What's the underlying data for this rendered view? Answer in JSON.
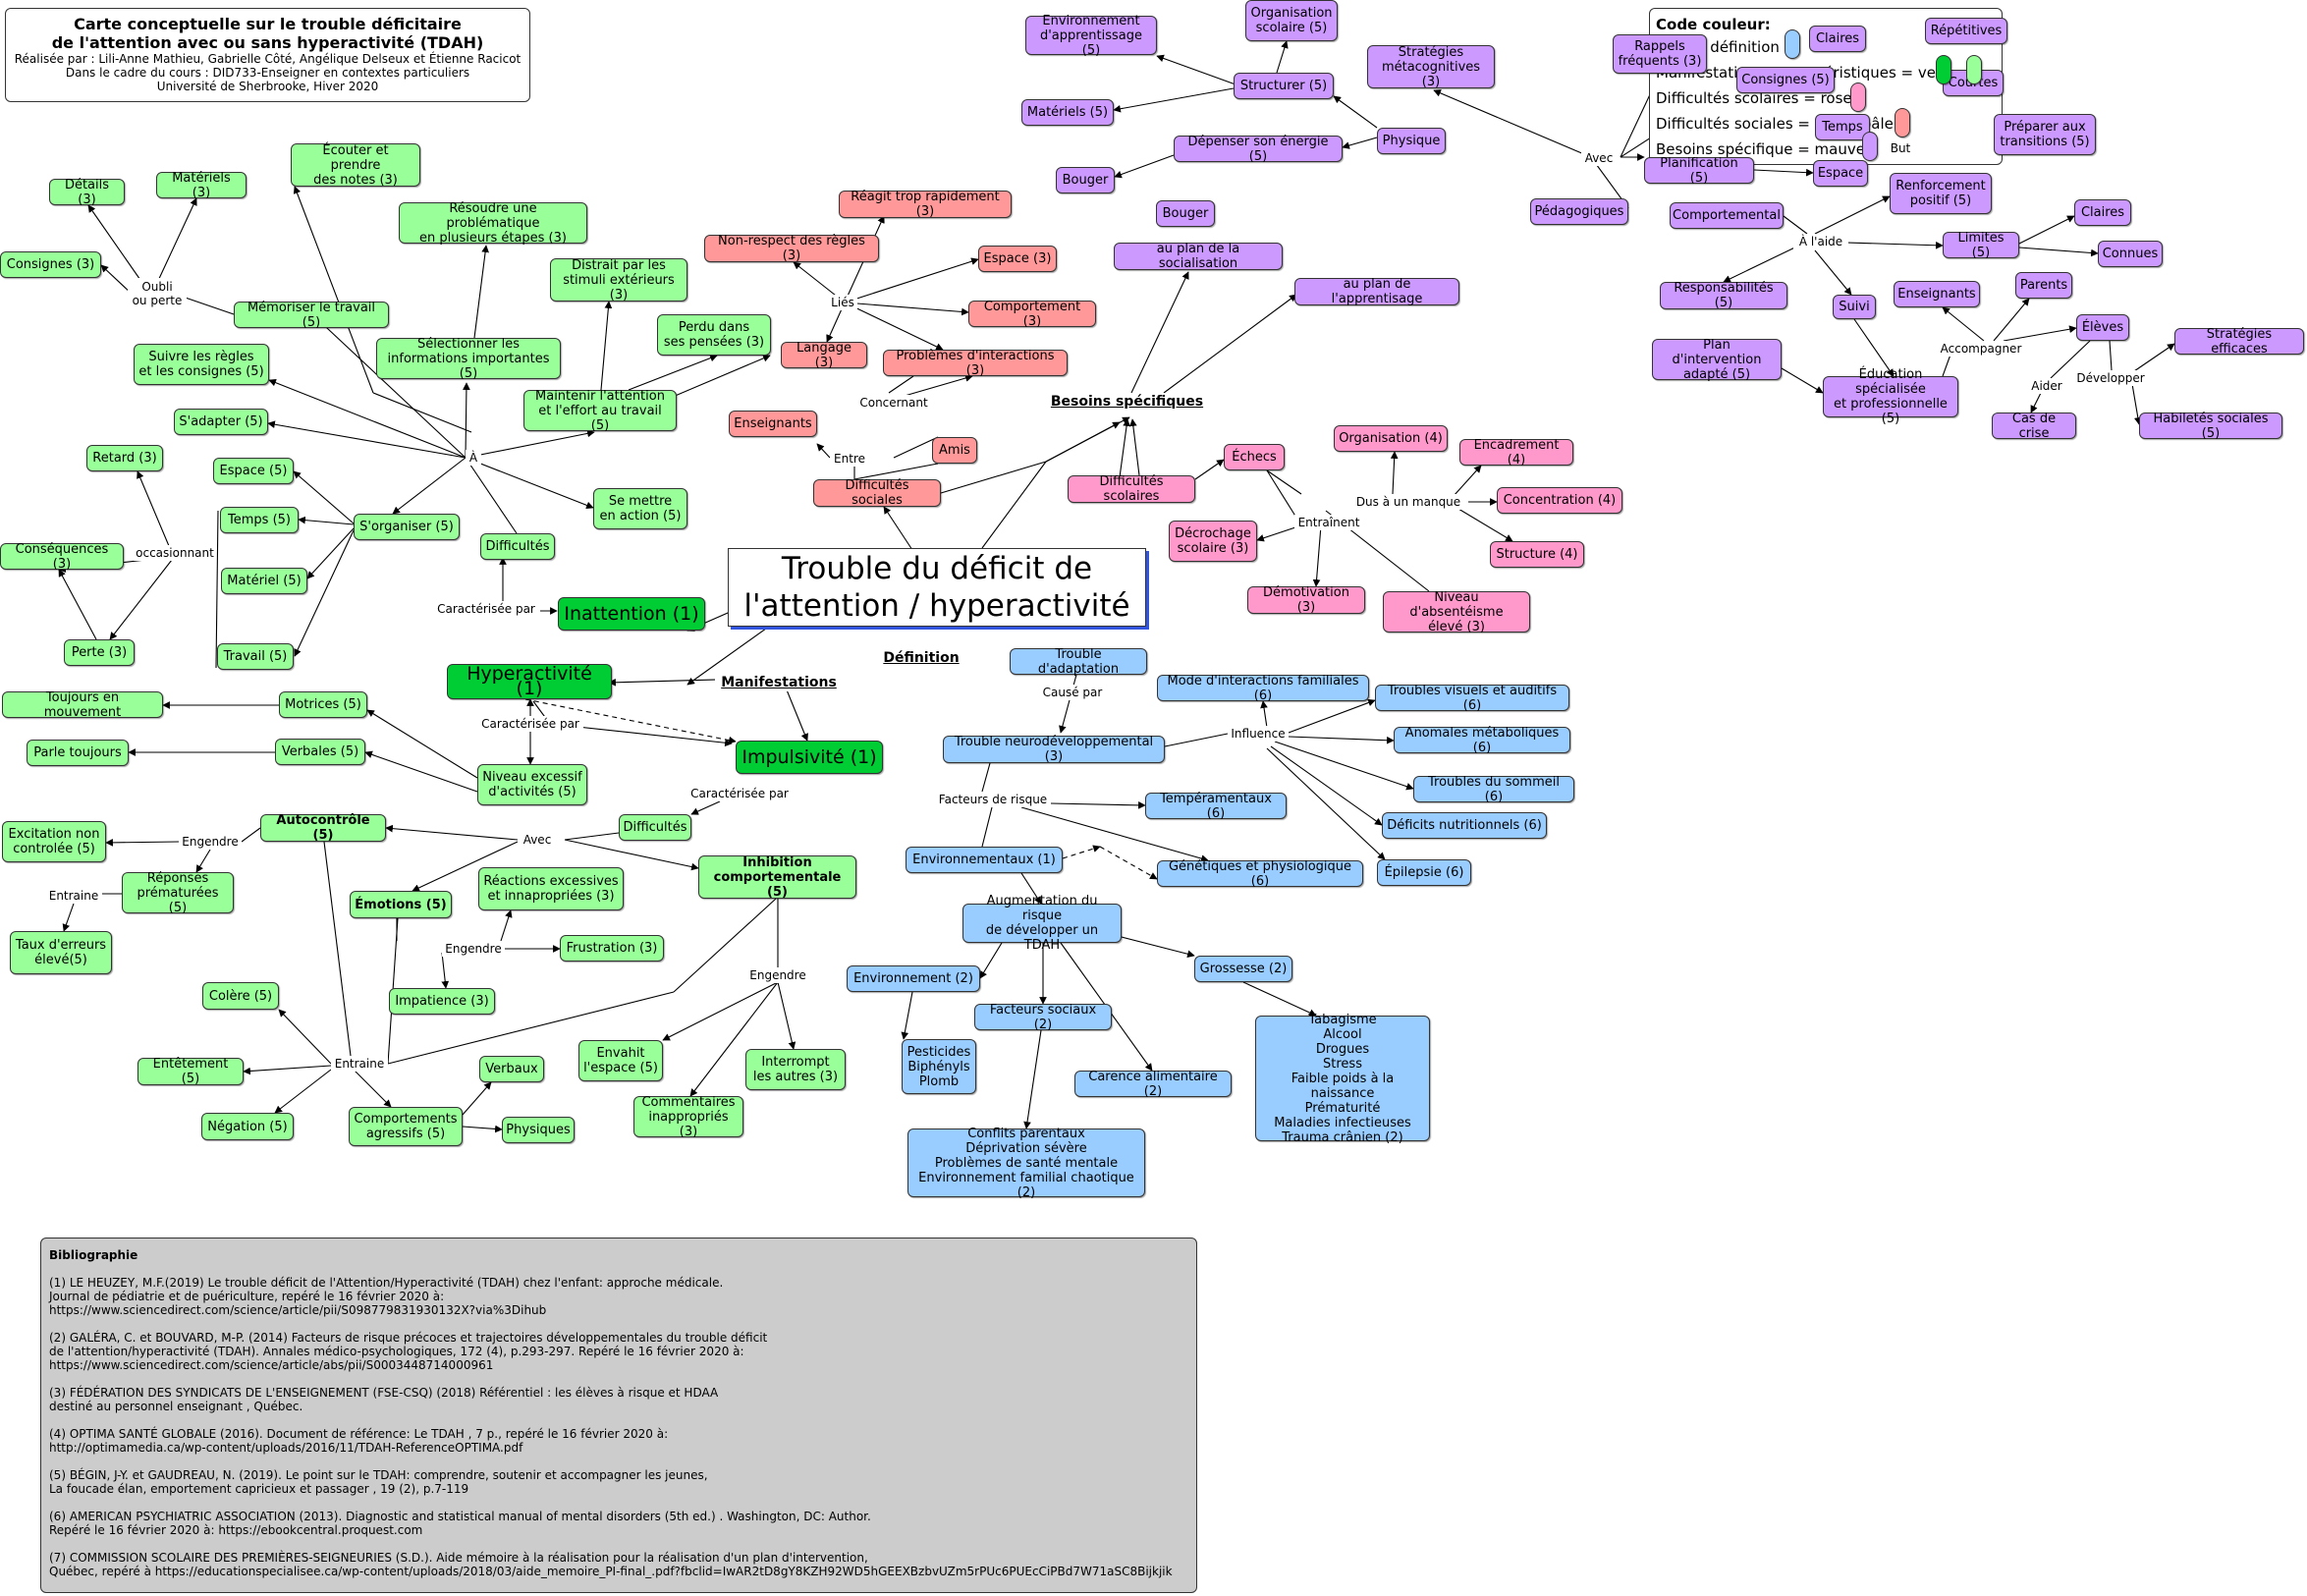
{
  "title": {
    "line1": "Carte conceptuelle sur le trouble déficitaire",
    "line2": "de l'attention avec ou sans hyperactivité (TDAH)",
    "line3": "Réalisée par : Lili-Anne Mathieu, Gabrielle Côté, Angélique Delseux et Étienne Racicot",
    "line4": "Dans le cadre du cours : DID733-Enseigner en contextes particuliers",
    "line5": "Université de Sherbrooke, Hiver 2020"
  },
  "center": "Trouble du déficit de\nl'attention / hyperactivité",
  "legend": {
    "title": "Code couleur:",
    "items": [
      "Bleu = définition",
      "Manifestations / caractéristiques = vert",
      "Difficultés scolaires = rose",
      "Difficultés sociales = rouge pâle",
      "Besoins spécifique = mauve"
    ]
  },
  "colors": {
    "green": "#99ff99",
    "dark_green": "#00cc33",
    "blue": "#99ccff",
    "pink": "#ff99cc",
    "salmon": "#ff9999",
    "purple": "#cc99ff",
    "biblio_bg": "#cccccc",
    "center_shadow": "#3355dd"
  },
  "nodes": [
    {
      "id": "inattention",
      "text": "Inattention (1)"
    },
    {
      "id": "hyper",
      "text": "Hyperactivité (1)"
    },
    {
      "id": "impuls",
      "text": "Impulsivité (1)"
    },
    {
      "id": "manif",
      "text": "Manifestations"
    },
    {
      "id": "def",
      "text": "Définition"
    },
    {
      "id": "besoins",
      "text": "Besoins spécifiques"
    },
    {
      "id": "ecouter",
      "text": "Écouter et prendre\ndes notes (3)"
    },
    {
      "id": "resoudre",
      "text": "Résoudre une problématique\nen plusieurs étapes (3)"
    },
    {
      "id": "distrait",
      "text": "Distrait par les\nstimuli extérieurs (3)"
    },
    {
      "id": "perdu",
      "text": "Perdu dans\nses pensées (3)"
    },
    {
      "id": "selectionner",
      "text": "Sélectionner les\ninformations importantes (5)"
    },
    {
      "id": "maintenir",
      "text": "Maintenir l'attention\net l'effort au travail (5)"
    },
    {
      "id": "memoriser",
      "text": "Mémoriser le travail (5)"
    },
    {
      "id": "suivre",
      "text": "Suivre les règles\net les consignes (5)"
    },
    {
      "id": "sadapter",
      "text": "S'adapter (5)"
    },
    {
      "id": "details",
      "text": "Détails (3)"
    },
    {
      "id": "materiels3",
      "text": "Matériels (3)"
    },
    {
      "id": "consignes3",
      "text": "Consignes (3)"
    },
    {
      "id": "retard",
      "text": "Retard (3)"
    },
    {
      "id": "consequences",
      "text": "Conséquences (3)"
    },
    {
      "id": "perte",
      "text": "Perte (3)"
    },
    {
      "id": "espace5",
      "text": "Espace (5)"
    },
    {
      "id": "temps5",
      "text": "Temps (5)"
    },
    {
      "id": "materiel5",
      "text": "Matériel (5)"
    },
    {
      "id": "travail5",
      "text": "Travail (5)"
    },
    {
      "id": "sorganiser",
      "text": "S'organiser (5)"
    },
    {
      "id": "difficultes1",
      "text": "Difficultés"
    },
    {
      "id": "semettre",
      "text": "Se mettre\nen action (5)"
    },
    {
      "id": "toujours",
      "text": "Toujours en mouvement"
    },
    {
      "id": "motrices",
      "text": "Motrices (5)"
    },
    {
      "id": "parle",
      "text": "Parle toujours"
    },
    {
      "id": "verbales",
      "text": "Verbales (5)"
    },
    {
      "id": "niveau_excessif",
      "text": "Niveau excessif\nd'activités (5)"
    },
    {
      "id": "difficultes2",
      "text": "Difficultés"
    },
    {
      "id": "excitation",
      "text": "Excitation non\ncontrolée (5)"
    },
    {
      "id": "autocontrole",
      "text": "Autocontrôle (5)"
    },
    {
      "id": "reponses",
      "text": "Réponses\nprématurées (5)"
    },
    {
      "id": "taux",
      "text": "Taux d'erreurs\nélevé(5)"
    },
    {
      "id": "emotions",
      "text": "Émotions (5)"
    },
    {
      "id": "reactions",
      "text": "Réactions excessives\net innapropriées (3)"
    },
    {
      "id": "frustration",
      "text": "Frustration (3)"
    },
    {
      "id": "impatience",
      "text": "Impatience (3)"
    },
    {
      "id": "inhibition",
      "text": "Inhibition\ncomportementale (5)"
    },
    {
      "id": "colere",
      "text": "Colère (5)"
    },
    {
      "id": "entetement",
      "text": "Entêtement (5)"
    },
    {
      "id": "negation",
      "text": "Négation (5)"
    },
    {
      "id": "comport_agressifs",
      "text": "Comportements\nagressifs (5)"
    },
    {
      "id": "verbaux",
      "text": "Verbaux"
    },
    {
      "id": "physiques",
      "text": "Physiques"
    },
    {
      "id": "envahit",
      "text": "Envahit\nl'espace (5)"
    },
    {
      "id": "interrompt",
      "text": "Interrompt\nles autres (3)"
    },
    {
      "id": "commentaires",
      "text": "Commentaires\ninappropriés (3)"
    },
    {
      "id": "trouble_adapt",
      "text": "Trouble d'adaptation"
    },
    {
      "id": "trouble_neuro",
      "text": "Trouble neurodéveloppemental (3)"
    },
    {
      "id": "mode_interactions",
      "text": "Mode d'interactions familiales (6)"
    },
    {
      "id": "troubles_visuels",
      "text": "Troubles visuels et auditifs (6)"
    },
    {
      "id": "anomales",
      "text": "Anomales métaboliques (6)"
    },
    {
      "id": "troubles_sommeil",
      "text": "Troubles du sommeil (6)"
    },
    {
      "id": "deficits",
      "text": "Déficits nutritionnels  (6)"
    },
    {
      "id": "epilepsie",
      "text": "Épilepsie  (6)"
    },
    {
      "id": "temperamentaux",
      "text": "Tempéramentaux (6)"
    },
    {
      "id": "environnementaux",
      "text": "Environnementaux (1)"
    },
    {
      "id": "genetiques",
      "text": "Génétiques et physiologique (6)"
    },
    {
      "id": "augmentation",
      "text": "Augmentation du risque\nde développer un TDAH"
    },
    {
      "id": "environnement2",
      "text": "Environnement (2)"
    },
    {
      "id": "pesticides",
      "text": "Pesticides\nBiphényls\nPlomb"
    },
    {
      "id": "facteurs_sociaux",
      "text": "Facteurs sociaux (2)"
    },
    {
      "id": "conflits",
      "text": "Conflits parentaux\nDéprivation sévère\nProblèmes de santé mentale\nEnvironnement familial chaotique (2)"
    },
    {
      "id": "carence",
      "text": "Carence alimentaire (2)"
    },
    {
      "id": "grossesse",
      "text": "Grossesse (2)"
    },
    {
      "id": "tabagisme",
      "text": "Tabagisme\nAlcool\nDrogues\nStress\nFaible poids à la naissance\nPrématurité\nMaladies infectieuses\nTrauma crânien (2)"
    },
    {
      "id": "reagit",
      "text": "Réagit trop rapidement (3)"
    },
    {
      "id": "nonrespect",
      "text": "Non-respect des règles (3)"
    },
    {
      "id": "espace3",
      "text": "Espace (3)"
    },
    {
      "id": "comportement3",
      "text": "Comportement (3)"
    },
    {
      "id": "langage",
      "text": "Langage (3)"
    },
    {
      "id": "problemes_inter",
      "text": "Problèmes d'interactions (3)"
    },
    {
      "id": "enseignants_r",
      "text": "Enseignants"
    },
    {
      "id": "amis",
      "text": "Amis"
    },
    {
      "id": "diff_sociales",
      "text": "Difficultés sociales"
    },
    {
      "id": "diff_scolaires",
      "text": "Difficultés scolaires"
    },
    {
      "id": "echecs",
      "text": "Échecs"
    },
    {
      "id": "organisation4",
      "text": "Organisation (4)"
    },
    {
      "id": "encadrement",
      "text": "Encadrement (4)"
    },
    {
      "id": "concentration",
      "text": "Concentration (4)"
    },
    {
      "id": "structure4",
      "text": "Structure (4)"
    },
    {
      "id": "decrochage",
      "text": "Décrochage\nscolaire (3)"
    },
    {
      "id": "demotivation",
      "text": "Démotivation (3)"
    },
    {
      "id": "absenteisme",
      "text": "Niveau d'absentéisme\nélevé (3)"
    },
    {
      "id": "env_apprent",
      "text": "Environnement\nd'apprentissage (5)"
    },
    {
      "id": "org_scolaire",
      "text": "Organisation\nscolaire (5)"
    },
    {
      "id": "materiels5",
      "text": "Matériels (5)"
    },
    {
      "id": "structurer",
      "text": "Structurer (5)"
    },
    {
      "id": "strat_meta",
      "text": "Stratégies\nmétacognitives (3)"
    },
    {
      "id": "physique",
      "text": "Physique"
    },
    {
      "id": "depenser",
      "text": "Dépenser son énergie (5)"
    },
    {
      "id": "bouger1",
      "text": "Bouger"
    },
    {
      "id": "bouger2",
      "text": "Bouger"
    },
    {
      "id": "socialisation",
      "text": "au plan de la socialisation"
    },
    {
      "id": "apprentissage",
      "text": "au plan de l'apprentisage"
    },
    {
      "id": "pedagogiques",
      "text": "Pédagogiques"
    },
    {
      "id": "rappels",
      "text": "Rappels\nfréquents (3)"
    },
    {
      "id": "consignes5",
      "text": "Consignes (5)"
    },
    {
      "id": "claires1",
      "text": "Claires"
    },
    {
      "id": "repetitives",
      "text": "Répétitives"
    },
    {
      "id": "courtes",
      "text": "Courtes"
    },
    {
      "id": "temps_p",
      "text": "Temps"
    },
    {
      "id": "planification",
      "text": "Planification (5)"
    },
    {
      "id": "espace_p",
      "text": "Espace"
    },
    {
      "id": "preparer",
      "text": "Préparer aux\ntransitions (5)"
    },
    {
      "id": "renforcement",
      "text": "Renforcement\npositif (5)"
    },
    {
      "id": "comportemental",
      "text": "Comportemental"
    },
    {
      "id": "limites",
      "text": "Limites (5)"
    },
    {
      "id": "claires2",
      "text": "Claires"
    },
    {
      "id": "connues",
      "text": "Connues"
    },
    {
      "id": "responsabilites",
      "text": "Responsabilités (5)"
    },
    {
      "id": "suivi",
      "text": "Suivi"
    },
    {
      "id": "enseignants_p",
      "text": "Enseignants"
    },
    {
      "id": "parents",
      "text": "Parents"
    },
    {
      "id": "eleves",
      "text": "Élèves"
    },
    {
      "id": "strat_efficaces",
      "text": "Stratégies efficaces"
    },
    {
      "id": "habiletes",
      "text": "Habiletés sociales (5)"
    },
    {
      "id": "cas_crise",
      "text": "Cas de crise"
    },
    {
      "id": "plan_intervention",
      "text": "Plan d'intervention\nadapté (5)"
    },
    {
      "id": "education",
      "text": "Éducation spécialisée\net professionnelle (5)"
    }
  ],
  "labels": [
    {
      "id": "l_caract1",
      "text": "Caractérisée par"
    },
    {
      "id": "l_caract2",
      "text": "Caractérisée par"
    },
    {
      "id": "l_caract3",
      "text": "Caractérisée par"
    },
    {
      "id": "l_oubli",
      "text": "Oubli\nou perte"
    },
    {
      "id": "l_occasionnant",
      "text": "occasionnant"
    },
    {
      "id": "l_a",
      "text": "À"
    },
    {
      "id": "l_avec1",
      "text": "Avec"
    },
    {
      "id": "l_engendre1",
      "text": "Engendre"
    },
    {
      "id": "l_entraine1",
      "text": "Entraine"
    },
    {
      "id": "l_engendre2",
      "text": "Engendre"
    },
    {
      "id": "l_entraine2",
      "text": "Entraine"
    },
    {
      "id": "l_engendre3",
      "text": "Engendre"
    },
    {
      "id": "l_cause",
      "text": "Causé par"
    },
    {
      "id": "l_influence",
      "text": "Influence"
    },
    {
      "id": "l_facteurs",
      "text": "Facteurs de risque"
    },
    {
      "id": "l_lies",
      "text": "Liés"
    },
    {
      "id": "l_concernant",
      "text": "Concernant"
    },
    {
      "id": "l_entre",
      "text": "Entre"
    },
    {
      "id": "l_dus",
      "text": "Dus à un manque"
    },
    {
      "id": "l_entrainent",
      "text": "Entraînent"
    },
    {
      "id": "l_avec2",
      "text": "Avec"
    },
    {
      "id": "l_but",
      "text": "But"
    },
    {
      "id": "l_aide",
      "text": "À l'aide"
    },
    {
      "id": "l_accompagner",
      "text": "Accompagner"
    },
    {
      "id": "l_aider",
      "text": "Aider"
    },
    {
      "id": "l_developper",
      "text": "Développer"
    }
  ],
  "bibliography": {
    "title": "Bibliographie",
    "entries": [
      "(1) LE HEUZEY, M.F.(2019) Le trouble déficit de l'Attention/Hyperactivité (TDAH) chez l'enfant: approche médicale.\n Journal de pédiatrie et de puériculture, repéré le 16 février 2020 à:\nhttps://www.sciencedirect.com/science/article/pii/S098779831930132X?via%3Dihub",
      "(2) GALÉRA, C. et BOUVARD, M-P. (2014) Facteurs de risque précoces et trajectoires développementales du trouble déficit\nde l'attention/hyperactivité (TDAH). Annales médico-psychologiques, 172 (4), p.293-297. Repéré le 16 février 2020 à:\nhttps://www.sciencedirect.com/science/article/abs/pii/S0003448714000961",
      "(3)  FÉDÉRATION DES SYNDICATS DE L'ENSEIGNEMENT (FSE-CSQ) (2018) Référentiel : les élèves à risque et HDAA\ndestiné au personnel enseignant , Québec.",
      "(4) OPTIMA SANTÉ GLOBALE (2016). Document de référence: Le TDAH , 7 p., repéré le 16 février 2020 à:\nhttp://optimamedia.ca/wp-content/uploads/2016/11/TDAH-ReferenceOPTIMA.pdf",
      "(5) BÉGIN, J-Y. et  GAUDREAU, N. (2019). Le point sur le TDAH: comprendre, soutenir et accompagner les jeunes,\nLa foucade élan, emportement capricieux et passager , 19 (2), p.7-119",
      "(6) AMERICAN PSYCHIATRIC ASSOCIATION (2013). Diagnostic and statistical manual of mental disorders (5th ed.) . Washington, DC: Author.\n Repéré le 16 février 2020 à: https://ebookcentral.proquest.com",
      "(7) COMMISSION SCOLAIRE DES PREMIÈRES-SEIGNEURIES (S.D.). Aide mémoire à la réalisation pour la réalisation d'un plan d'intervention,\nQuébec, repéré à https://educationspecialisee.ca/wp-content/uploads/2018/03/aide_memoire_PI-final_.pdf?fbclid=IwAR2tD8gY8KZH92WD5hGEEXBzbvUZm5rPUc6PUEcCiPBd7W71aSC8Bijkjik"
    ]
  }
}
